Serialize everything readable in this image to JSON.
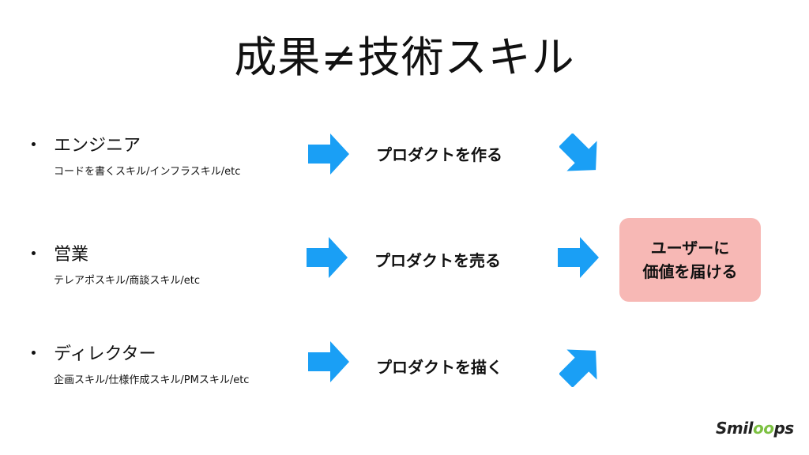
{
  "title": "成果≠技術スキル",
  "rows": [
    {
      "role": "エンジニア",
      "skills": "コードを書くスキル/インフラスキル/etc",
      "action": "プロダクトを作る"
    },
    {
      "role": "営業",
      "skills": "テレアポスキル/商談スキル/etc",
      "action": "プロダクトを売る"
    },
    {
      "role": "ディレクター",
      "skills": "企画スキル/仕様作成スキル/PMスキル/etc",
      "action": "プロダクトを描く"
    }
  ],
  "goal": {
    "line1": "ユーザーに",
    "line2": "価値を届ける"
  },
  "logo": {
    "text_start": "Smil",
    "text_oo": "oo",
    "text_end": "ps"
  },
  "colors": {
    "arrow": "#1a9ff5",
    "goal_bg": "#f7b8b5"
  }
}
